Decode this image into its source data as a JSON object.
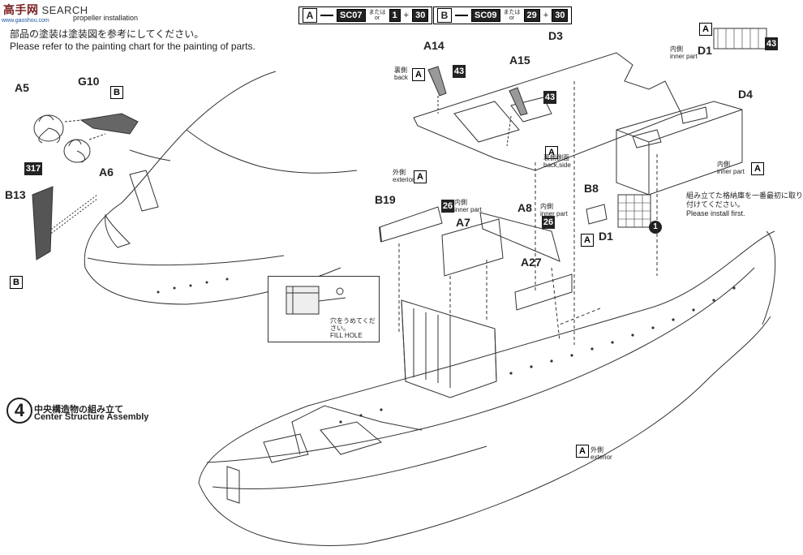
{
  "header": {
    "brand_jp": "高手网",
    "brand_en": "SEARCH",
    "url": "www.gaoshou.com",
    "subtitle_en": "propeller installation"
  },
  "notes": {
    "jp": "部品の塗装は塗装図を参考にしてください。",
    "en": "Please refer to the painting chart for the painting of parts."
  },
  "legend": [
    {
      "letter": "A",
      "code": "SC07",
      "mata": "または",
      "or": "or",
      "n1": "1",
      "plus": "+",
      "n2": "30"
    },
    {
      "letter": "B",
      "code": "SC09",
      "mata": "または",
      "or": "or",
      "n1": "29",
      "plus": "+",
      "n2": "30"
    }
  ],
  "parts": {
    "a5": "A5",
    "g10": "G10",
    "a6": "A6",
    "b13": "B13",
    "a14": "A14",
    "a15": "A15",
    "d3": "D3",
    "d4": "D4",
    "d1": "D1",
    "b8": "B8",
    "b19": "B19",
    "a7": "A7",
    "a8": "A8",
    "a27": "A27"
  },
  "callouts": {
    "back_jp": "裏側",
    "back_en": "back",
    "backside_jp": "裏側側面",
    "backside_en": "back,side",
    "exterior_jp": "外側",
    "exterior_en": "exterior",
    "inner_jp": "内側",
    "inner_en": "inner part",
    "fill_jp": "穴をうめてください。",
    "fill_en": "FILL HOLE",
    "install_first_jp1": "組み立てた格納庫を一番最初に取り",
    "install_first_jp2": "付けてください。",
    "install_first_en": "Please install first."
  },
  "paint_codes": {
    "c43": "43",
    "c317": "317",
    "c26": "26",
    "a": "A",
    "b": "B",
    "one": "1"
  },
  "step": {
    "number": "4",
    "title_jp": "中央構造物の組み立て",
    "title_en": "Center Structure Assembly"
  }
}
